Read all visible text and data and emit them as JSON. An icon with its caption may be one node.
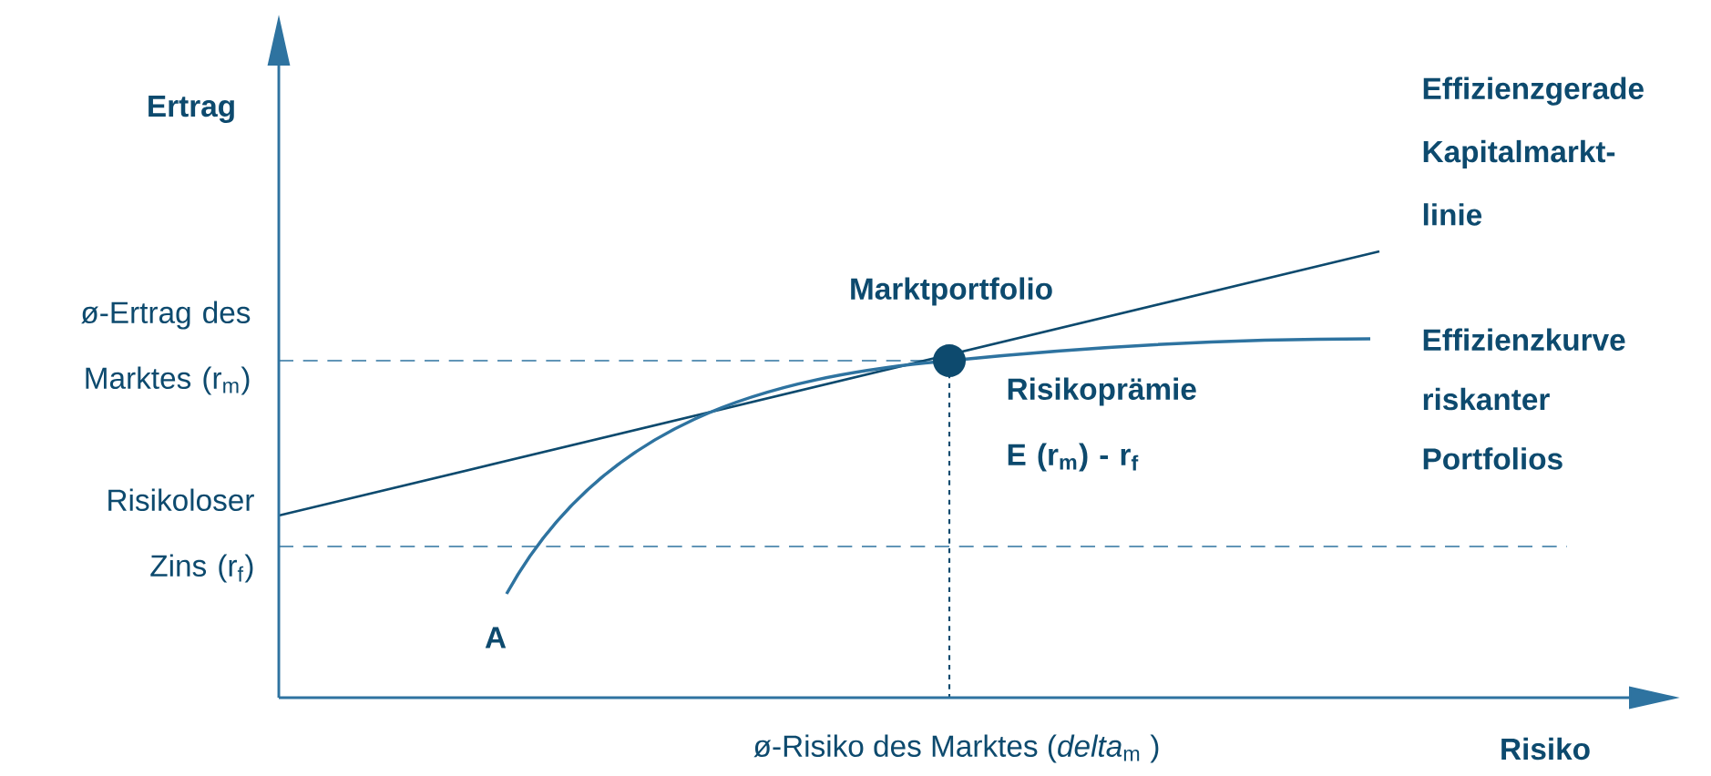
{
  "diagram": {
    "labels": [
      "Ertrag",
      "Effizienzgerade Kapitalmarkt-linie",
      "Marktportfolio",
      "ø-Ertrag des Marktes (r$_{m}$)",
      "Effizienzkurve riskanter Portfolios",
      "Risikoprämie E (r$_{m}$) - r$_{f}$",
      "Risikoloser Zins (r$_{f}$)",
      "A",
      "ø-Risiko des Marktes (*delta*$_{m}$ )",
      "Risiko"
    ]
  }
}
